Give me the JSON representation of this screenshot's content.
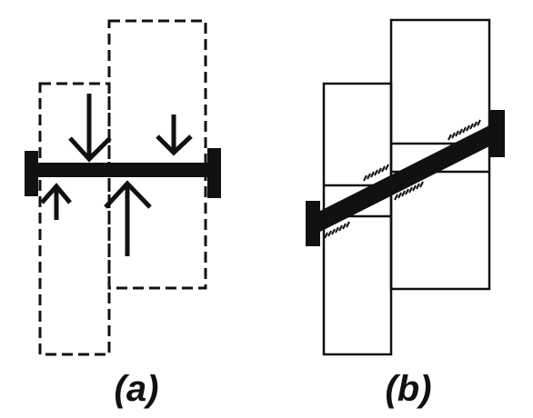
{
  "panels": [
    {
      "id": "a",
      "caption": "(a)"
    },
    {
      "id": "b",
      "caption": "(b)"
    }
  ],
  "colors": {
    "ink": "#111111",
    "background": "#ffffff"
  }
}
